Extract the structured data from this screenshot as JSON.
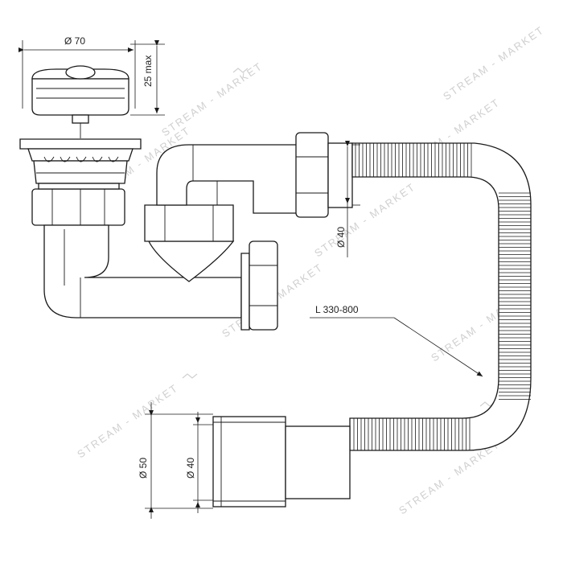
{
  "dimensions": {
    "top_diameter": "Ø 70",
    "height_max": "25 max",
    "outlet_diameter": "Ø 40",
    "hose_length": "L 330-800",
    "end_outer_diameter": "Ø 50",
    "end_inner_diameter": "Ø 40"
  },
  "watermark": {
    "text": "STREAM - MARKET"
  },
  "colors": {
    "line": "#1a1a1a",
    "background": "#ffffff",
    "watermark": "#d0d0d0"
  }
}
